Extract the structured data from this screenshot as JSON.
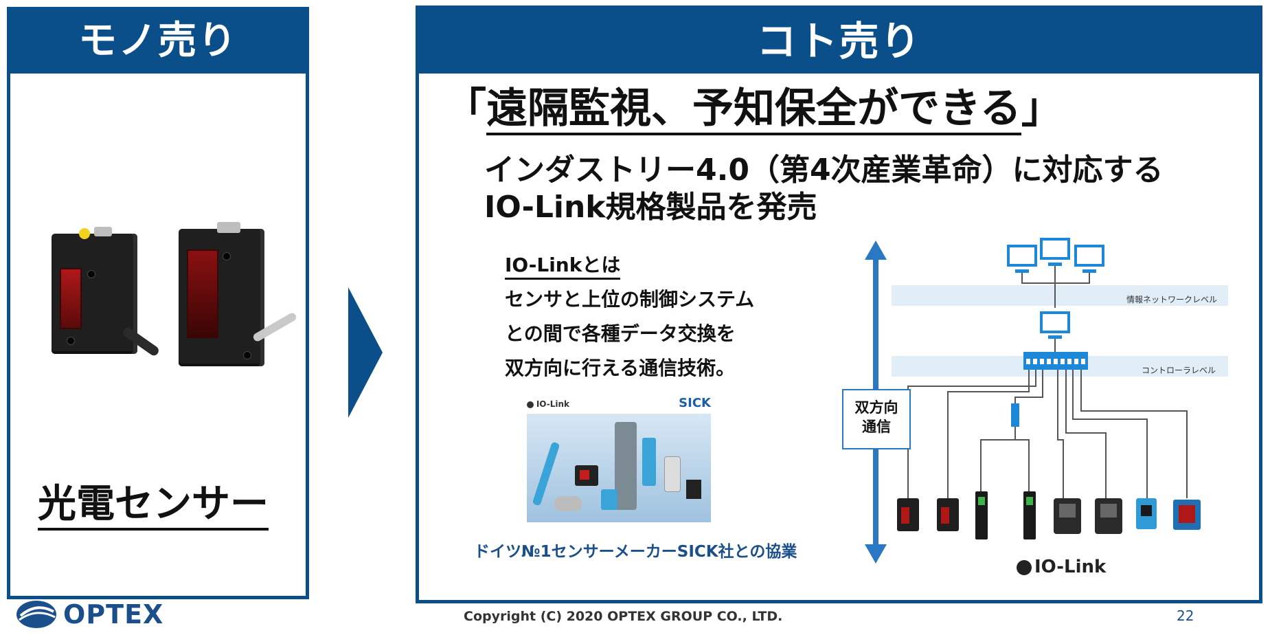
{
  "left": {
    "header": "モノ売り",
    "label": "光電センサー"
  },
  "right": {
    "header": "コト売り",
    "headline": {
      "open": "「",
      "main": "遠隔監視、予知保全ができる",
      "close": "」"
    },
    "subheadline": [
      "インダストリー4.0（第4次産業革命）に対応する",
      "IO-Link規格製品を発売"
    ],
    "explain": {
      "title": "IO-Linkとは",
      "lines": [
        "センサと上位の制御システム",
        "との間で各種データ交換を",
        "双方向に行える通信技術。"
      ]
    },
    "photo": {
      "brand_left": "IO-Link",
      "brand_right": "SICK"
    },
    "caption": "ドイツ№1センサーメーカーSICK社との協業",
    "diagram": {
      "level_top": "情報ネットワークレベル",
      "level_mid": "コントローラレベル",
      "bidirectional": [
        "双方向",
        "通信"
      ],
      "logo": "IO-Link",
      "colors": {
        "band": "#e1edf7",
        "pc": "#1e88d8",
        "arrow": "#2a77c4",
        "line": "#555555"
      }
    }
  },
  "footer": {
    "brand": "OPTEX",
    "copyright": "Copyright (C) 2020 OPTEX GROUP CO., LTD.",
    "page": "22"
  },
  "colors": {
    "primary": "#0a4f8a",
    "caption": "#1b4f8c"
  }
}
